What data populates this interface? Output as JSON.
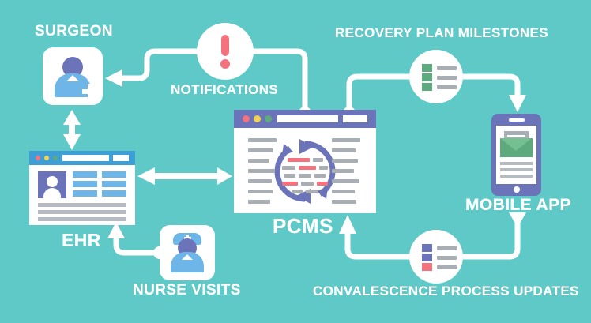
{
  "theme": {
    "background": "#5ec9c7",
    "line_color": "#ffffff",
    "purple": "#6b74b8",
    "blue": "#6fb6e8",
    "title_blue": "#3d9fd6",
    "pink": "#f4727e",
    "green": "#5caa7d",
    "gray": "#a9adb4"
  },
  "nodes": {
    "surgeon": {
      "label": "SURGEON",
      "icon": "surgeon-icon"
    },
    "notifications": {
      "label": "NOTIFICATIONS",
      "icon": "exclamation-circle-icon"
    },
    "milestones": {
      "label": "RECOVERY PLAN MILESTONES",
      "icon": "checklist-circle-icon"
    },
    "ehr": {
      "label": "EHR",
      "icon": "ehr-window-icon"
    },
    "pcms": {
      "label": "PCMS",
      "icon": "pcms-window-icon"
    },
    "nurse": {
      "label": "NURSE VISITS",
      "icon": "nurse-icon"
    },
    "mobile": {
      "label": "MOBILE APP",
      "icon": "smartphone-envelope-icon"
    },
    "convalescence": {
      "label": "CONVALESCENCE PROCESS UPDATES",
      "icon": "checklist-circle-icon"
    }
  },
  "milestone_rows": [
    {
      "square_color": "#5caa7d"
    },
    {
      "square_color": "#5caa7d"
    },
    {
      "square_color": "#5caa7d"
    }
  ],
  "convalescence_rows": [
    {
      "square_color": "#6b74b8"
    },
    {
      "square_color": "#6b74b8"
    },
    {
      "square_color": "#f4727e"
    }
  ],
  "window_dots": [
    {
      "color": "#f4727e"
    },
    {
      "color": "#f2d14e"
    },
    {
      "color": "#5caa7d"
    }
  ],
  "pcms_center_blocks": [
    {
      "row": 0,
      "items": [
        {
          "w": 28,
          "color": "#f4727e"
        },
        {
          "w": 13,
          "color": "#a9adb4"
        }
      ]
    },
    {
      "row": 1,
      "items": [
        {
          "w": 17,
          "color": "#a9adb4"
        },
        {
          "w": 22,
          "color": "#f4727e"
        },
        {
          "w": 11,
          "color": "#a9adb4"
        }
      ]
    },
    {
      "row": 2,
      "items": [
        {
          "w": 14,
          "color": "#a9adb4"
        },
        {
          "w": 16,
          "color": "#a9adb4"
        },
        {
          "w": 14,
          "color": "#a9adb4"
        }
      ]
    },
    {
      "row": 3,
      "items": [
        {
          "w": 20,
          "color": "#f4727e"
        },
        {
          "w": 16,
          "color": "#a9adb4"
        },
        {
          "w": 14,
          "color": "#f4727e"
        }
      ]
    },
    {
      "row": 4,
      "items": [
        {
          "w": 13,
          "color": "#a9adb4"
        },
        {
          "w": 16,
          "color": "#a9adb4"
        }
      ]
    }
  ],
  "connections": [
    {
      "name": "notifications-to-surgeon",
      "kind": "arrow"
    },
    {
      "name": "pcms-to-notifications",
      "kind": "line"
    },
    {
      "name": "pcms-to-milestones",
      "kind": "line"
    },
    {
      "name": "milestones-to-mobile",
      "kind": "arrow"
    },
    {
      "name": "mobile-to-convalescence",
      "kind": "line"
    },
    {
      "name": "convalescence-to-pcms",
      "kind": "arrow"
    },
    {
      "name": "surgeon-to-ehr",
      "kind": "double-arrow"
    },
    {
      "name": "ehr-to-pcms",
      "kind": "double-arrow"
    },
    {
      "name": "nurse-to-ehr",
      "kind": "arrow"
    }
  ]
}
